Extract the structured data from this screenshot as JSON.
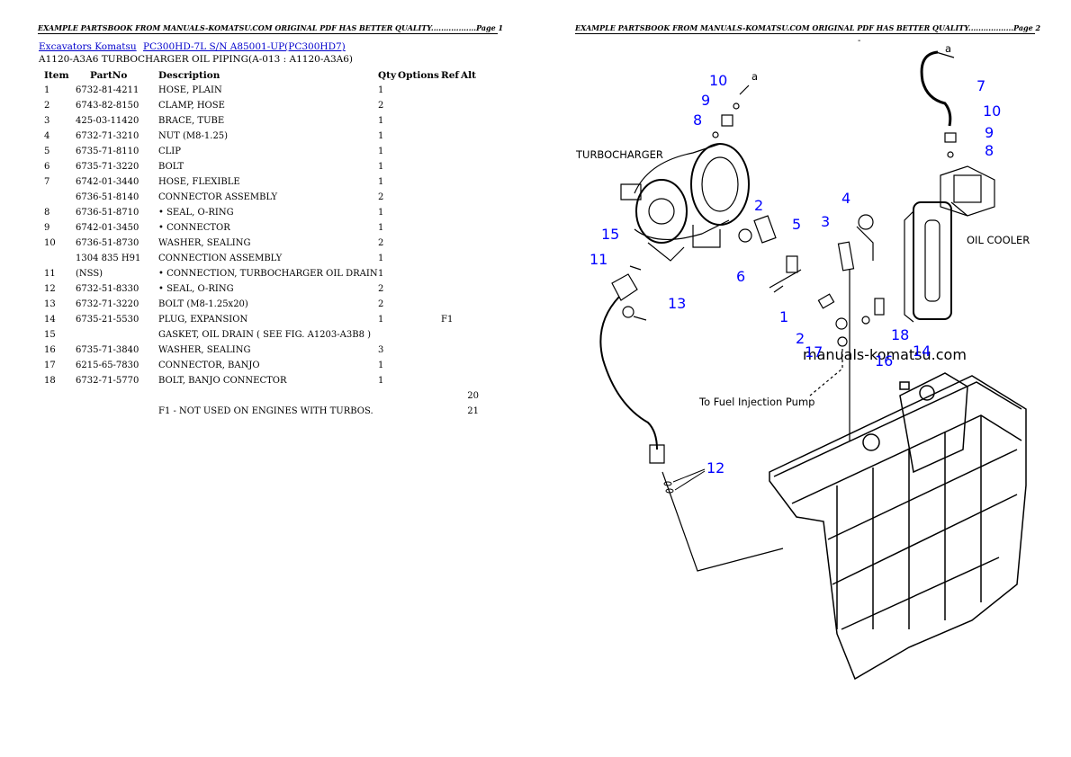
{
  "page1": {
    "banner": "EXAMPLE PARTSBOOK FROM MANUALS-KOMATSU.COM ORIGINAL PDF HAS BETTER QUALITY..................Page 1",
    "breadcrumb": {
      "link1": "Excavators Komatsu",
      "link2": "PC300HD-7L S/N A85001-UP(PC300HD7)"
    },
    "subtitle": "A1120-A3A6 TURBOCHARGER OIL PIPING(A-013 : A1120-A3A6)",
    "table": {
      "headers": {
        "item": "Item",
        "partno": "PartNo",
        "description": "Description",
        "qty": "Qty",
        "options": "Options",
        "ref": "Ref",
        "alt": "Alt"
      },
      "rows": [
        {
          "item": "1",
          "partno": "6732-81-4211",
          "description": "HOSE, PLAIN",
          "qty": "1",
          "options": "",
          "ref": "",
          "alt": ""
        },
        {
          "item": "2",
          "partno": "6743-82-8150",
          "description": "CLAMP, HOSE",
          "qty": "2",
          "options": "",
          "ref": "",
          "alt": ""
        },
        {
          "item": "3",
          "partno": "425-03-11420",
          "description": "BRACE, TUBE",
          "qty": "1",
          "options": "",
          "ref": "",
          "alt": ""
        },
        {
          "item": "4",
          "partno": "6732-71-3210",
          "description": "NUT (M8-1.25)",
          "qty": "1",
          "options": "",
          "ref": "",
          "alt": ""
        },
        {
          "item": "5",
          "partno": "6735-71-8110",
          "description": "CLIP",
          "qty": "1",
          "options": "",
          "ref": "",
          "alt": ""
        },
        {
          "item": "6",
          "partno": "6735-71-3220",
          "description": "BOLT",
          "qty": "1",
          "options": "",
          "ref": "",
          "alt": ""
        },
        {
          "item": "7",
          "partno": "6742-01-3440",
          "description": "HOSE, FLEXIBLE",
          "qty": "1",
          "options": "",
          "ref": "",
          "alt": ""
        },
        {
          "item": "",
          "partno": "6736-51-8140",
          "description": "CONNECTOR ASSEMBLY",
          "qty": "2",
          "options": "",
          "ref": "",
          "alt": ""
        },
        {
          "item": "8",
          "partno": "6736-51-8710",
          "description": "• SEAL, O-RING",
          "qty": "1",
          "options": "",
          "ref": "",
          "alt": ""
        },
        {
          "item": "9",
          "partno": "6742-01-3450",
          "description": "• CONNECTOR",
          "qty": "1",
          "options": "",
          "ref": "",
          "alt": ""
        },
        {
          "item": "10",
          "partno": "6736-51-8730",
          "description": "WASHER, SEALING",
          "qty": "2",
          "options": "",
          "ref": "",
          "alt": ""
        },
        {
          "item": "",
          "partno": "1304 835 H91",
          "description": "CONNECTION ASSEMBLY",
          "qty": "1",
          "options": "",
          "ref": "",
          "alt": ""
        },
        {
          "item": "11",
          "partno": "(NSS)",
          "description": "• CONNECTION, TURBOCHARGER OIL DRAIN",
          "qty": "1",
          "options": "",
          "ref": "",
          "alt": ""
        },
        {
          "item": "12",
          "partno": "6732-51-8330",
          "description": "• SEAL, O-RING",
          "qty": "2",
          "options": "",
          "ref": "",
          "alt": ""
        },
        {
          "item": "13",
          "partno": "6732-71-3220",
          "description": "BOLT (M8-1.25x20)",
          "qty": "2",
          "options": "",
          "ref": "",
          "alt": ""
        },
        {
          "item": "14",
          "partno": "6735-21-5530",
          "description": "PLUG, EXPANSION",
          "qty": "1",
          "options": "",
          "ref": "F1",
          "alt": ""
        },
        {
          "item": "15",
          "partno": "",
          "description": "GASKET, OIL DRAIN ( SEE FIG. A1203-A3B8 )",
          "qty": "",
          "options": "",
          "ref": "",
          "alt": ""
        },
        {
          "item": "16",
          "partno": "6735-71-3840",
          "description": "WASHER, SEALING",
          "qty": "3",
          "options": "",
          "ref": "",
          "alt": ""
        },
        {
          "item": "17",
          "partno": "6215-65-7830",
          "description": "CONNECTOR, BANJO",
          "qty": "1",
          "options": "",
          "ref": "",
          "alt": ""
        },
        {
          "item": "18",
          "partno": "6732-71-5770",
          "description": "BOLT, BANJO CONNECTOR",
          "qty": "1",
          "options": "",
          "ref": "",
          "alt": ""
        },
        {
          "item": "",
          "partno": "",
          "description": "",
          "qty": "",
          "options": "",
          "ref": "",
          "alt": "20"
        },
        {
          "item": "",
          "partno": "",
          "description": "F1 - NOT USED ON ENGINES WITH TURBOS.",
          "qty": "",
          "options": "",
          "ref": "",
          "alt": "21"
        }
      ]
    }
  },
  "page2": {
    "banner": "EXAMPLE PARTSBOOK FROM MANUALS-KOMATSU.COM ORIGINAL PDF HAS BETTER QUALITY..................Page 2",
    "dash": "-",
    "diagram": {
      "captions": {
        "turbocharger": "TURBOCHARGER",
        "oil_cooler": "OIL COOLER",
        "fuel_pump": "To Fuel Injection Pump",
        "a_left": "a",
        "a_right": "a"
      },
      "watermark": "manuals-komatsu.com",
      "callouts": [
        "10",
        "9",
        "8",
        "2",
        "4",
        "3",
        "5",
        "15",
        "11",
        "6",
        "1",
        "13",
        "2",
        "17",
        "16",
        "18",
        "14",
        "12",
        "7",
        "10",
        "9",
        "8"
      ]
    }
  }
}
